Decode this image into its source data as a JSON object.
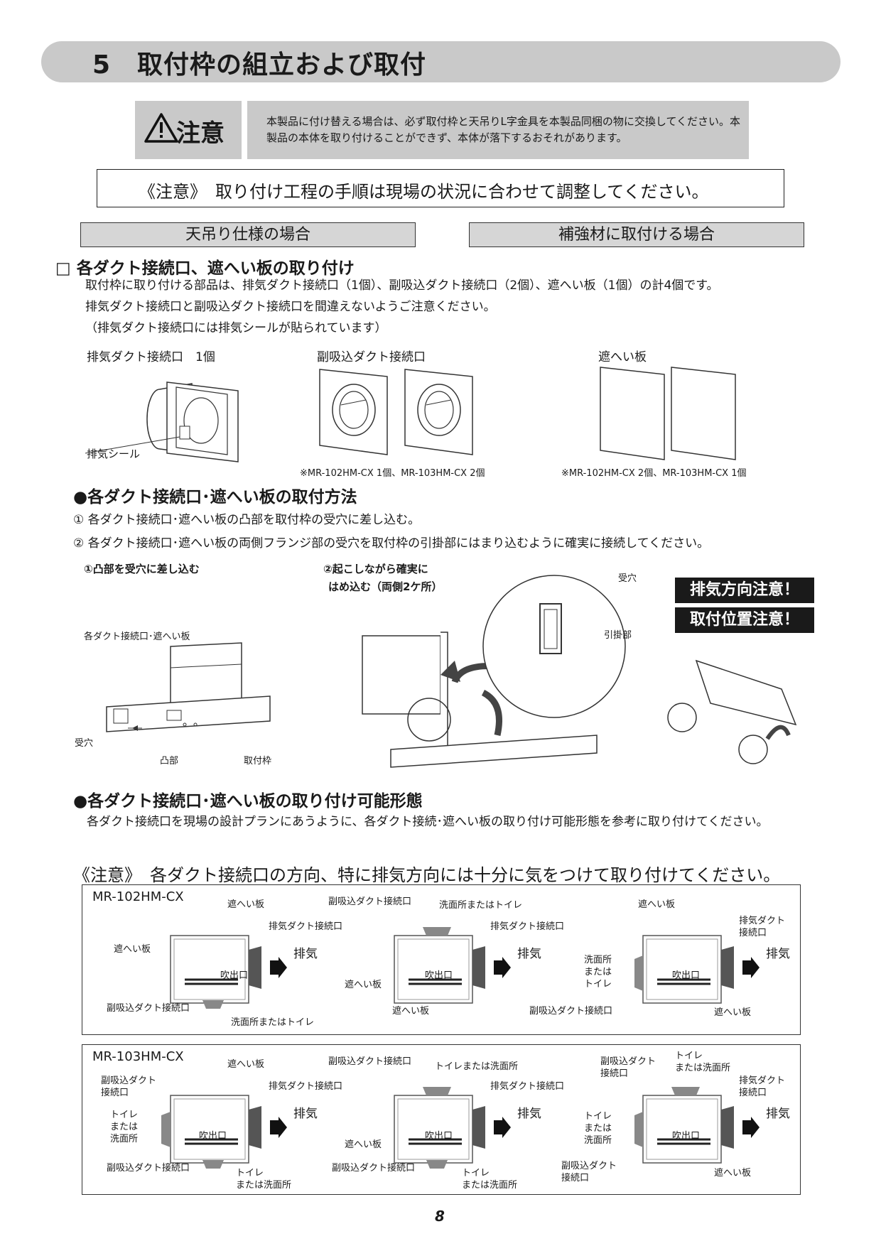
{
  "header": {
    "title": "5　取付枠の組立および取付"
  },
  "caution": {
    "label": "注意",
    "text": "本製品に付け替える場合は、必ず取付枠と天吊りL字金具を本製品同梱の物に交換してください。本製品の本体を取り付けることができず、本体が落下するおそれがあります。"
  },
  "note_top": "《注意》　取り付け工程の手順は現場の状況に合わせて調整してください。",
  "tabs": [
    "天吊り仕様の場合",
    "補強材に取付ける場合"
  ],
  "section1": {
    "title": "□ 各ダクト接続口、遮へい板の取り付け",
    "para": [
      "取付枠に取り付ける部品は、排気ダクト接続口（1個）、副吸込ダクト接続口（2個）、遮へい板（1個）の計4個です。",
      "排気ダクト接続口と副吸込ダクト接続口を間違えないようご注意ください。",
      "（排気ダクト接続口には排気シールが貼られています）"
    ],
    "parts": {
      "exhaust": "排気ダクト接続口　1個",
      "exhaust_seal": "排気シール",
      "sub_intake": "副吸込ダクト接続口",
      "sub_intake_note": "※MR-102HM-CX 1個、MR-103HM-CX 2個",
      "shield": "遮へい板",
      "shield_note": "※MR-102HM-CX 2個、MR-103HM-CX 1個"
    }
  },
  "method": {
    "title": "●各ダクト接続口･遮へい板の取付方法",
    "steps": [
      "① 各ダクト接続口･遮へい板の凸部を取付枠の受穴に差し込む。",
      "② 各ダクト接続口･遮へい板の両側フランジ部の受穴を取付枠の引掛部にはまり込むように確実に接続してください。"
    ],
    "fig1_title": "①凸部を受穴に差し込む",
    "fig2_title_1": "②起こしながら確実に",
    "fig2_title_2": "はめ込む（両側2ケ所）",
    "labels": {
      "duct_shield": "各ダクト接続口･遮へい板",
      "hole": "受穴",
      "protrusion": "凸部",
      "frame": "取付枠",
      "hole2": "受穴",
      "hook": "引掛部"
    },
    "badges": [
      "排気方向注意！",
      "取付位置注意！"
    ]
  },
  "forms": {
    "title": "●各ダクト接続口･遮へい板の取り付け可能形態",
    "para": "各ダクト接続口を現場の設計プランにあうように、各ダクト接続･遮へい板の取り付け可能形態を参考に取り付けてください。",
    "note": "《注意》　各ダクト接続口の方向、特に排気方向には十分に気をつけて取り付けてください。",
    "models": [
      {
        "name": "MR-102HM-CX",
        "configs": [
          {
            "top": "遮へい板",
            "left": "遮へい板",
            "exhaust_label": "排気ダクト接続口",
            "bottom": "副吸込ダクト接続口",
            "bottom_flow": "洗面所またはトイレ",
            "outlet": "吹出口",
            "exhaust": "排気"
          },
          {
            "top": "副吸込ダクト接続口",
            "top_flow": "洗面所またはトイレ",
            "exhaust_label": "排気ダクト接続口",
            "left": "遮へい板",
            "bottom": "遮へい板",
            "outlet": "吹出口",
            "exhaust": "排気"
          },
          {
            "top": "遮へい板",
            "exhaust_label_1": "排気ダクト",
            "exhaust_label_2": "接続口",
            "left_flow_1": "洗面所",
            "left_flow_2": "または",
            "left_flow_3": "トイレ",
            "left": "副吸込ダクト接続口",
            "bottom": "遮へい板",
            "outlet": "吹出口",
            "exhaust": "排気"
          }
        ]
      },
      {
        "name": "MR-103HM-CX",
        "configs": [
          {
            "top": "遮へい板",
            "left_1": "副吸込ダクト",
            "left_2": "接続口",
            "left_flow_1": "トイレ",
            "left_flow_2": "または",
            "left_flow_3": "洗面所",
            "exhaust_label": "排気ダクト接続口",
            "bottom": "副吸込ダクト接続口",
            "bottom_flow_1": "トイレ",
            "bottom_flow_2": "または洗面所",
            "outlet": "吹出口",
            "exhaust": "排気"
          },
          {
            "top": "副吸込ダクト接続口",
            "top_flow": "トイレまたは洗面所",
            "exhaust_label": "排気ダクト接続口",
            "left": "遮へい板",
            "bottom": "副吸込ダクト接続口",
            "bottom_flow_1": "トイレ",
            "bottom_flow_2": "または洗面所",
            "outlet": "吹出口",
            "exhaust": "排気"
          },
          {
            "top_1": "副吸込ダクト",
            "top_2": "接続口",
            "top_flow_1": "トイレ",
            "top_flow_2": "または洗面所",
            "exhaust_label_1": "排気ダクト",
            "exhaust_label_2": "接続口",
            "left_flow_1": "トイレ",
            "left_flow_2": "または",
            "left_flow_3": "洗面所",
            "left_1": "副吸込ダクト",
            "left_2": "接続口",
            "bottom": "遮へい板",
            "outlet": "吹出口",
            "exhaust": "排気"
          }
        ]
      }
    ]
  },
  "page_number": "8"
}
